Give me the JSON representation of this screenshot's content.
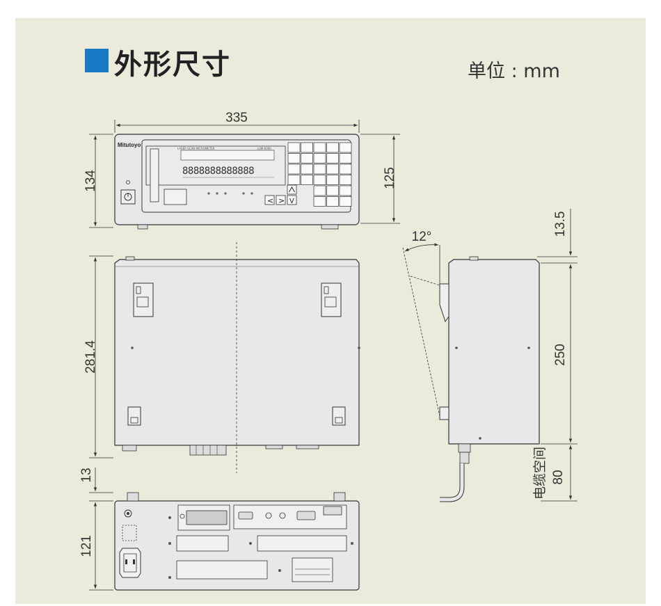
{
  "header": {
    "title": "外形尺寸",
    "unit": "单位 : mm"
  },
  "colors": {
    "accent": "#1a79c4",
    "panel_bg": "#ecebdb",
    "body_fill": "#e8e8ea",
    "line": "#333333"
  },
  "front_view": {
    "brand": "Mitutoyo",
    "model_label": "LASER SCAN MICROMETER",
    "model_number": "LSM-6000",
    "display_digits": "8888888888888",
    "width_dim": "335",
    "height_dim": "134",
    "right_height_dim": "125",
    "arrow_keys": [
      "<",
      ">",
      "V",
      "^"
    ]
  },
  "top_view": {
    "depth_dim": "281.4"
  },
  "side_view": {
    "angle_dim": "12°",
    "foot_dim": "13.5",
    "height_dim": "250",
    "cable_space_dim": "80",
    "cable_space_label": "电缆空间"
  },
  "rear_view": {
    "top_dim": "13",
    "height_dim": "121"
  }
}
